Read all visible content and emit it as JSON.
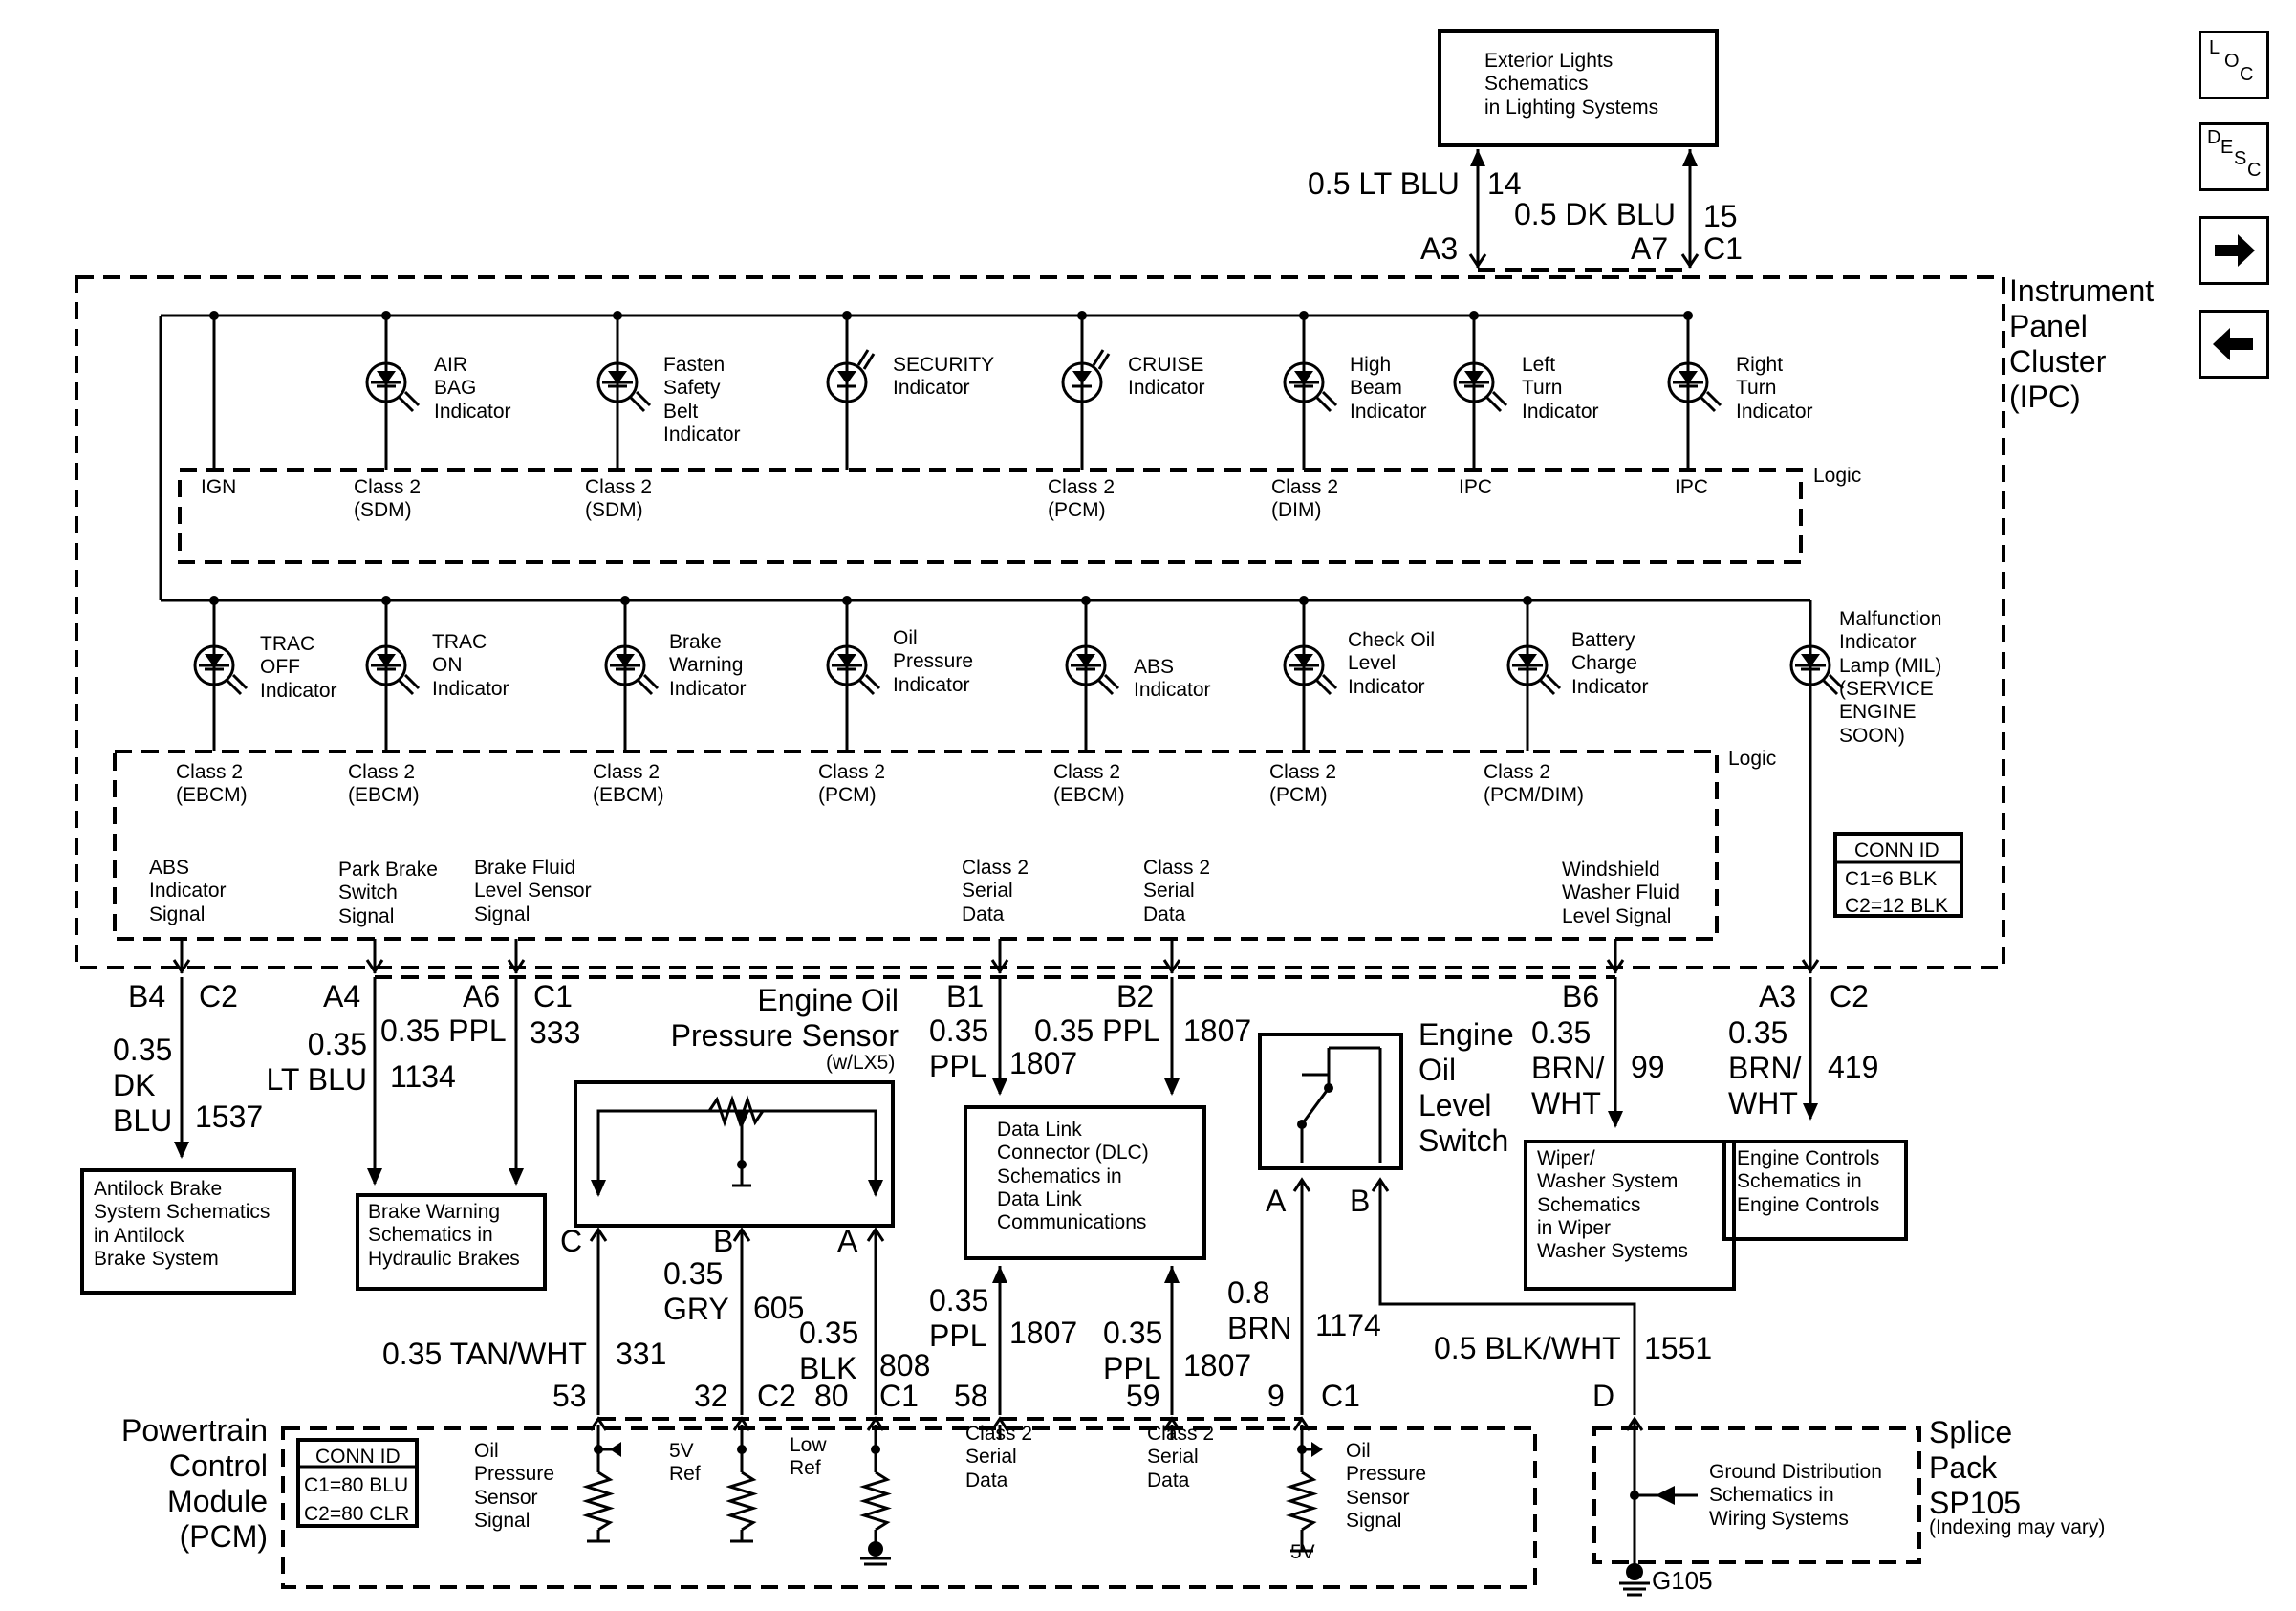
{
  "nav": {
    "loc": [
      "L",
      "O",
      "C"
    ],
    "desc": [
      "D",
      "E",
      "S",
      "C"
    ],
    "forward_icon": "arrow-right-icon",
    "back_icon": "arrow-left-icon"
  },
  "boxes": {
    "exterior_lights": "Exterior Lights\nSchematics\nin Lighting Systems",
    "ipc": "Instrument\nPanel\nCluster\n(IPC)",
    "antilock": "Antilock Brake\nSystem Schematics\nin Antilock\nBrake System",
    "brake_warning": "Brake Warning\nSchematics in\nHydraulic Brakes",
    "dlc": "Data Link\nConnector (DLC)\nSchematics in\nData Link\nCommunications",
    "wiper": "Wiper/\nWasher System\nSchematics\nin Wiper\nWasher Systems",
    "engine_controls": "Engine Controls\nSchematics in\nEngine Controls",
    "ground_distribution": "Ground Distribution\nSchematics in\nWiring Systems",
    "pcm": "Powertrain\nControl\nModule\n(PCM)",
    "splice_pack": "Splice\nPack\nSP105",
    "indexing_note": "(Indexing may vary)"
  },
  "component_titles": {
    "oil_pressure_sensor": "Engine Oil\nPressure Sensor",
    "oil_pressure_sensor_note": "(w/LX5)",
    "oil_level_switch": "Engine\nOil\nLevel\nSwitch"
  },
  "top_indicators": [
    "AIR\nBAG\nIndicator",
    "Fasten\nSafety\nBelt\nIndicator",
    "SECURITY\nIndicator",
    "CRUISE\nIndicator",
    "High\nBeam\nIndicator",
    "Left\nTurn\nIndicator",
    "Right\nTurn\nIndicator"
  ],
  "top_logic": {
    "title": "Logic",
    "labels": [
      "IGN",
      "Class 2\n(SDM)",
      "Class 2\n(SDM)",
      "Class 2\n(PCM)",
      "Class 2\n(DIM)",
      "IPC",
      "IPC"
    ]
  },
  "bottom_indicators": [
    "TRAC\nOFF\nIndicator",
    "TRAC\nON\nIndicator",
    "Brake\nWarning\nIndicator",
    "Oil\nPressure\nIndicator",
    "ABS\nIndicator",
    "Check Oil\nLevel\nIndicator",
    "Battery\nCharge\nIndicator",
    "Malfunction\nIndicator\nLamp (MIL)\n(SERVICE\nENGINE\nSOON)"
  ],
  "bottom_logic": {
    "title": "Logic",
    "labels": [
      "Class 2\n(EBCM)",
      "Class 2\n(EBCM)",
      "Class 2\n(EBCM)",
      "Class 2\n(PCM)",
      "Class 2\n(EBCM)",
      "Class 2\n(PCM)",
      "Class 2\n(PCM/DIM)"
    ]
  },
  "signal_labels": [
    "ABS\nIndicator\nSignal",
    "Park Brake\nSwitch\nSignal",
    "Brake Fluid\nLevel Sensor\nSignal",
    "Class 2\nSerial\nData",
    "Class 2\nSerial\nData",
    "Windshield\nWasher Fluid\nLevel Signal"
  ],
  "conn_id_ipc": {
    "title": "CONN ID",
    "lines": [
      "C1=6 BLK",
      "C2=12 BLK"
    ]
  },
  "conn_id_pcm": {
    "title": "CONN ID",
    "lines": [
      "C1=80 BLU",
      "C2=80 CLR"
    ]
  },
  "wires_top": [
    {
      "gauge_color": "0.5 LT BLU",
      "circuit": "14",
      "pin": "A3"
    },
    {
      "gauge_color": "0.5 DK BLU",
      "circuit": "15",
      "pin": "A7",
      "connector": "C1"
    }
  ],
  "ipc_pins": [
    {
      "pin": "B4",
      "connector": "C2"
    },
    {
      "pin": "A4"
    },
    {
      "pin": "A6",
      "connector": "C1"
    },
    {
      "pin": "B1"
    },
    {
      "pin": "B2"
    },
    {
      "pin": "B6"
    },
    {
      "pin": "A3",
      "connector": "C2"
    }
  ],
  "wires_mid": [
    {
      "gauge_color": "0.35\nDK\nBLU",
      "circuit": "1537"
    },
    {
      "gauge_color": "0.35\nLT BLU",
      "circuit": "1134"
    },
    {
      "gauge_color": "0.35 PPL",
      "circuit": "333"
    },
    {
      "gauge_color": "0.35\nPPL",
      "circuit": "1807"
    },
    {
      "gauge_color": "0.35 PPL",
      "circuit": "1807"
    },
    {
      "gauge_color": "0.35\nBRN/\nWHT",
      "circuit": "99"
    },
    {
      "gauge_color": "0.35\nBRN/\nWHT",
      "circuit": "419"
    }
  ],
  "sensor_pins": [
    "C",
    "B",
    "A"
  ],
  "switch_pins": [
    "A",
    "B"
  ],
  "wires_lower": [
    {
      "gauge_color": "0.35 TAN/WHT",
      "circuit": "331"
    },
    {
      "gauge_color": "0.35\nGRY",
      "circuit": "605"
    },
    {
      "gauge_color": "0.35\nBLK",
      "circuit": "808"
    },
    {
      "gauge_color": "0.35\nPPL",
      "circuit": "1807"
    },
    {
      "gauge_color": "0.35\nPPL",
      "circuit": "1807"
    },
    {
      "gauge_color": "0.8\nBRN",
      "circuit": "1174"
    },
    {
      "gauge_color": "0.5 BLK/WHT",
      "circuit": "1551"
    }
  ],
  "pcm_pins": [
    "53",
    "32",
    "C2",
    "80",
    "C1",
    "58",
    "59",
    "9",
    "C1"
  ],
  "pcm_internals": [
    "Oil\nPressure\nSensor\nSignal",
    "5V\nRef",
    "Low\nRef",
    "Class 2\nSerial\nData",
    "Class 2\nSerial\nData",
    "Oil\nPressure\nSensor\nSignal",
    "5V"
  ],
  "splice_pin": "D",
  "ground": "G105"
}
